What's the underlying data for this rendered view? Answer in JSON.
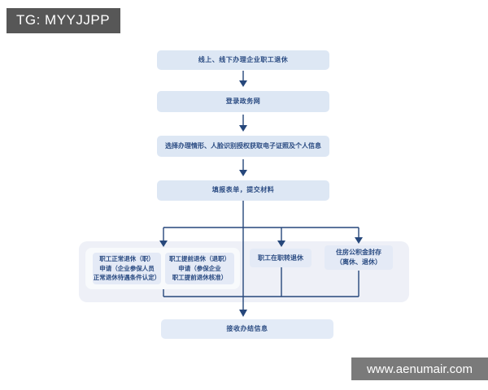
{
  "badge": {
    "label": "TG: MYYJJPP"
  },
  "watermark": {
    "label": "www.aenumair.com"
  },
  "flow": {
    "steps": [
      {
        "label": "线上、线下办理企业职工退休"
      },
      {
        "label": "登录政务网"
      },
      {
        "label": "选择办理情形、人脸识别授权获取电子证照及个人信息"
      },
      {
        "label": "填报表单，提交材料"
      }
    ],
    "branch_group": [
      {
        "label": "职工正常退休（职）\n申请（企业参保人员\n正常退休待遇条件认定）"
      },
      {
        "label": "职工提前退休（退职）\n申请（参保企业\n职工提前退休核准）"
      }
    ],
    "branches": [
      {
        "label": "职工在职转退休"
      },
      {
        "label": "住房公积金封存\n（离休、退休）"
      }
    ],
    "end": {
      "label": "接收办结信息"
    }
  },
  "colors": {
    "step_box_fill": "#dde7f4",
    "branch_box_fill": "#e4eaf6",
    "panel_fill": "#eef0f7",
    "group_fill": "#f8fafc",
    "connector_line": "#26477b",
    "box_text": "#2a4b82",
    "badge_bg": "#575757",
    "watermark_bg": "#7a7a7a"
  }
}
